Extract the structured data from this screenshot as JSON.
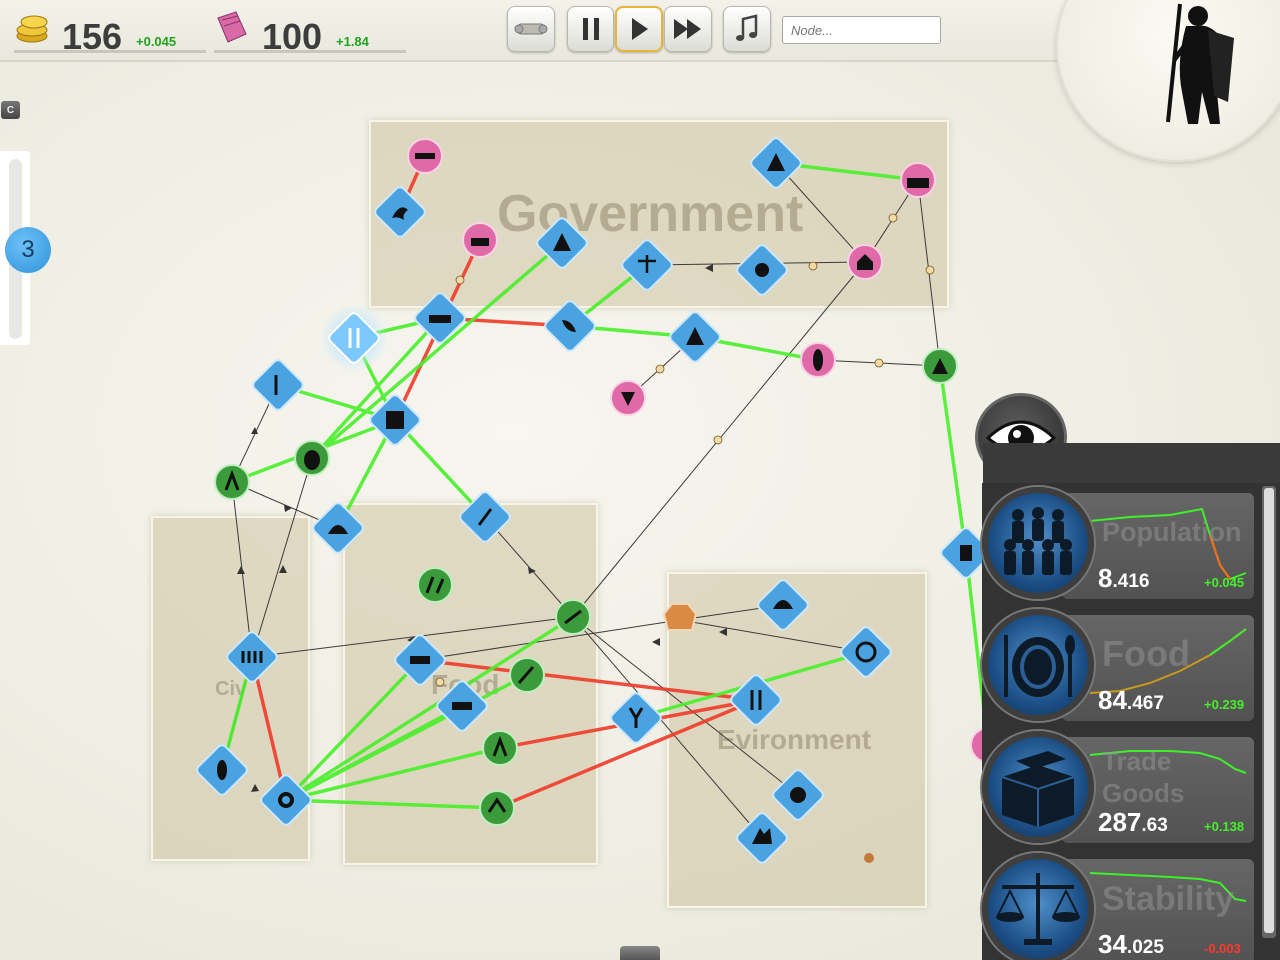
{
  "resources": {
    "gold": {
      "value": "156",
      "delta": "+0.045"
    },
    "scroll": {
      "value": "100",
      "delta": "+1.84"
    }
  },
  "toolbar": {
    "buttons": [
      {
        "name": "scroll-log-button",
        "icon": "scroll-icon"
      },
      {
        "name": "pause-button",
        "icon": "pause-icon"
      },
      {
        "name": "play-button",
        "icon": "play-icon",
        "active": true
      },
      {
        "name": "fast-forward-button",
        "icon": "fast-forward-icon"
      },
      {
        "name": "music-button",
        "icon": "music-note-icon"
      }
    ],
    "node_placeholder": "Node..."
  },
  "side": {
    "c_label": "C",
    "speed_value": "3"
  },
  "regions": {
    "government": "Government",
    "civ": "Civ",
    "food": "Food",
    "environment": "Evironment"
  },
  "colors": {
    "blue_node": "#4aa3e0",
    "green_node": "#3b9b3b",
    "pink_node": "#e06aa8",
    "positive_link": "#49ef2a",
    "negative_link": "#ef3b2a",
    "neutral_link": "#3a3a3a"
  },
  "stats": [
    {
      "name_lines": [
        "Population"
      ],
      "int": "8",
      "dec": ".416",
      "delta": "+0.045",
      "delta_color": "#46ef2b"
    },
    {
      "name_lines": [
        "Food"
      ],
      "int": "84",
      "dec": ".467",
      "delta": "+0.239",
      "delta_color": "#46ef2b"
    },
    {
      "name_lines": [
        "Trade",
        "Goods"
      ],
      "int": "287",
      "dec": ".63",
      "delta": "+0.138",
      "delta_color": "#46ef2b"
    },
    {
      "name_lines": [
        "Stability"
      ],
      "int": "34",
      "dec": ".025",
      "delta": "-0.003",
      "delta_color": "#ff3a2a"
    }
  ]
}
